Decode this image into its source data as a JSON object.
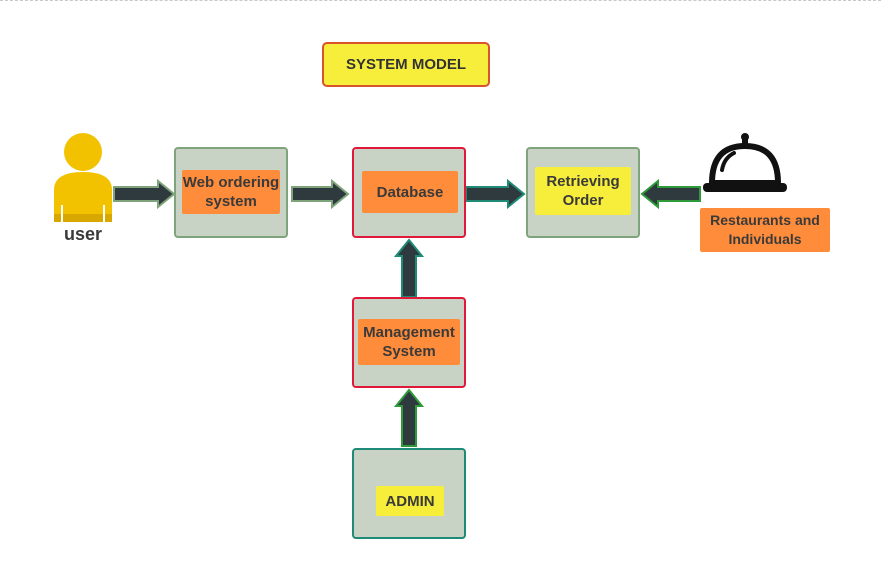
{
  "title": "SYSTEM MODEL",
  "actors": {
    "user": {
      "label": "user",
      "icon": "user-icon",
      "color": "#f2c200"
    },
    "restaurants": {
      "label": "Restaurants and Individuals",
      "icon": "serving-cloche-icon"
    }
  },
  "nodes": {
    "web_ordering": {
      "label": "Web ordering system"
    },
    "database": {
      "label": "Database"
    },
    "retrieving_order": {
      "label": "Retrieving Order"
    },
    "management": {
      "label": "Management System"
    },
    "admin": {
      "label": "ADMIN"
    }
  },
  "colors": {
    "box_fill": "#c9d3c5",
    "orange_label": "#ff8c3a",
    "yellow_label": "#f7ee3c",
    "arrow_dark": "#2e3a3d",
    "arrow_outline_teal": "#1f8a75",
    "arrow_outline_green": "#2f9a3a"
  }
}
